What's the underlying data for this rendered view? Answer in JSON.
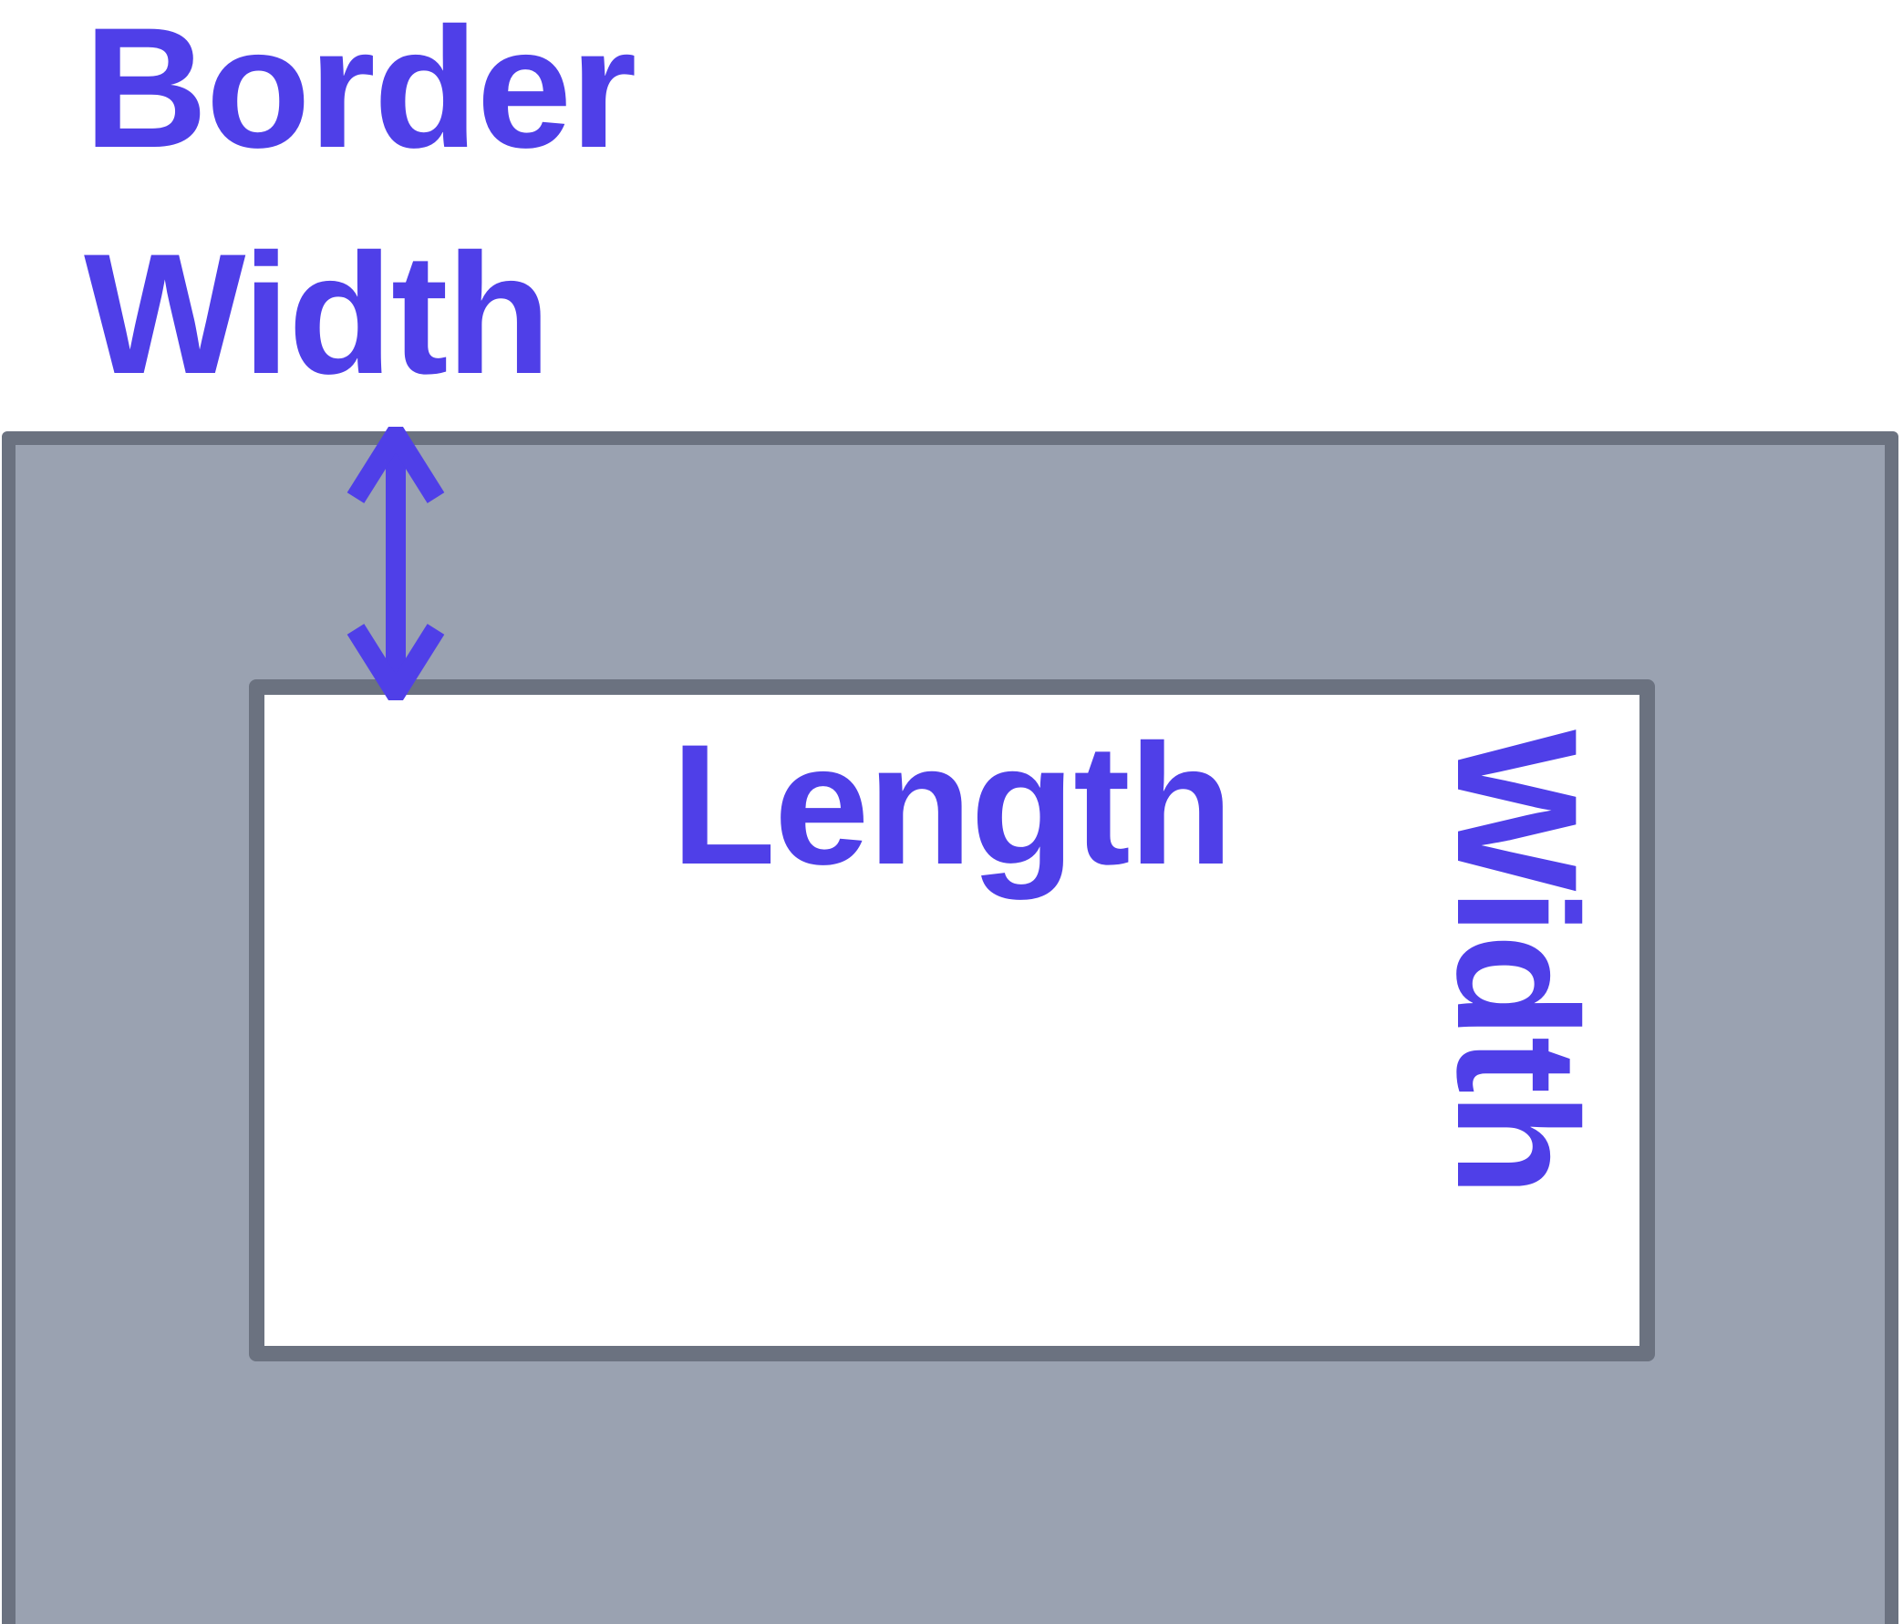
{
  "diagram": {
    "title": "Rectangle border width diagram",
    "background_color": "#ffffff",
    "accent_color": "#4f3fe8",
    "border_stroke_color": "#6b7280",
    "border_fill_color": "#9aa2b1",
    "inner_fill_color": "#ffffff"
  },
  "labels": {
    "border_width": "Border\nWidth",
    "border_width_line1": "Border",
    "border_width_line2": "Width",
    "length": "Length",
    "width": "Width"
  },
  "annotations": {
    "measure_arrow": {
      "icon": "double-headed-vertical-arrow",
      "color": "#4f3fe8",
      "measures": "Border Width",
      "orientation": "vertical",
      "heads": 2
    }
  },
  "shapes": {
    "outer_rectangle": {
      "name": "outer-border-rectangle",
      "fill": "#9aa2b1",
      "stroke": "#6b7280",
      "stroke_width": 15
    },
    "inner_rectangle": {
      "name": "inner-rectangle",
      "fill": "#ffffff",
      "stroke": "#6b7280",
      "stroke_width": 17
    }
  }
}
